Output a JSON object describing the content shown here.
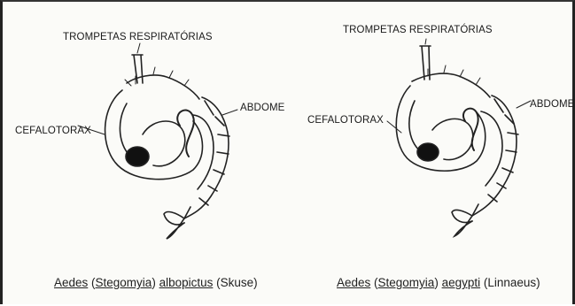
{
  "figures": [
    {
      "labels": {
        "trumpets": "TROMPETAS RESPIRATÓRIAS",
        "cephalothorax": "CEFALOTORAX",
        "abdomen": "ABDOME"
      },
      "caption": {
        "genus": "Aedes",
        "subgenus": "Stegomyia",
        "species": "albopictus",
        "author": "(Skuse)"
      }
    },
    {
      "labels": {
        "trumpets": "TROMPETAS RESPIRATÓRIAS",
        "cephalothorax": "CEFALOTORAX",
        "abdomen": "ABDOME"
      },
      "caption": {
        "genus": "Aedes",
        "subgenus": "Stegomyia",
        "species": "aegypti",
        "author": "(Linnaeus)"
      }
    }
  ]
}
